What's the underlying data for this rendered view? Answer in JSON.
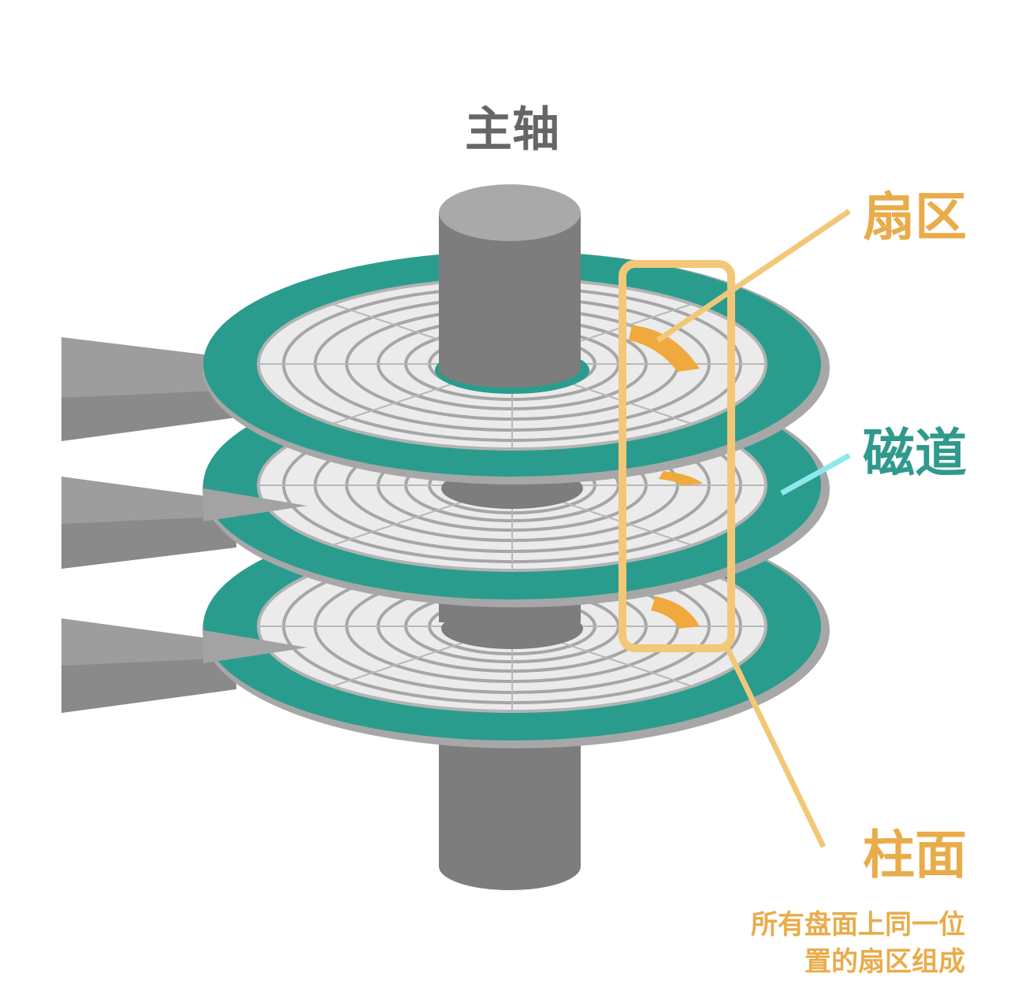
{
  "labels": {
    "spindle": "主轴",
    "sector": "扇区",
    "track": "磁道",
    "cylinder": "柱面",
    "cylinder_note_line1": "所有盘面上同一位",
    "cylinder_note_line2": "置的扇区组成"
  },
  "colors": {
    "platter_rim": "#2a9c8e",
    "platter_surface": "#ebebeb",
    "track_line": "#a6a6a6",
    "spindle_body": "#7d7d7d",
    "spindle_top": "#a9a9a9",
    "arm": "#9a9a9a",
    "sector": "#f0a93c",
    "cylinder_frame": "#f2c878",
    "track_pointer": "#8ee8ee"
  }
}
